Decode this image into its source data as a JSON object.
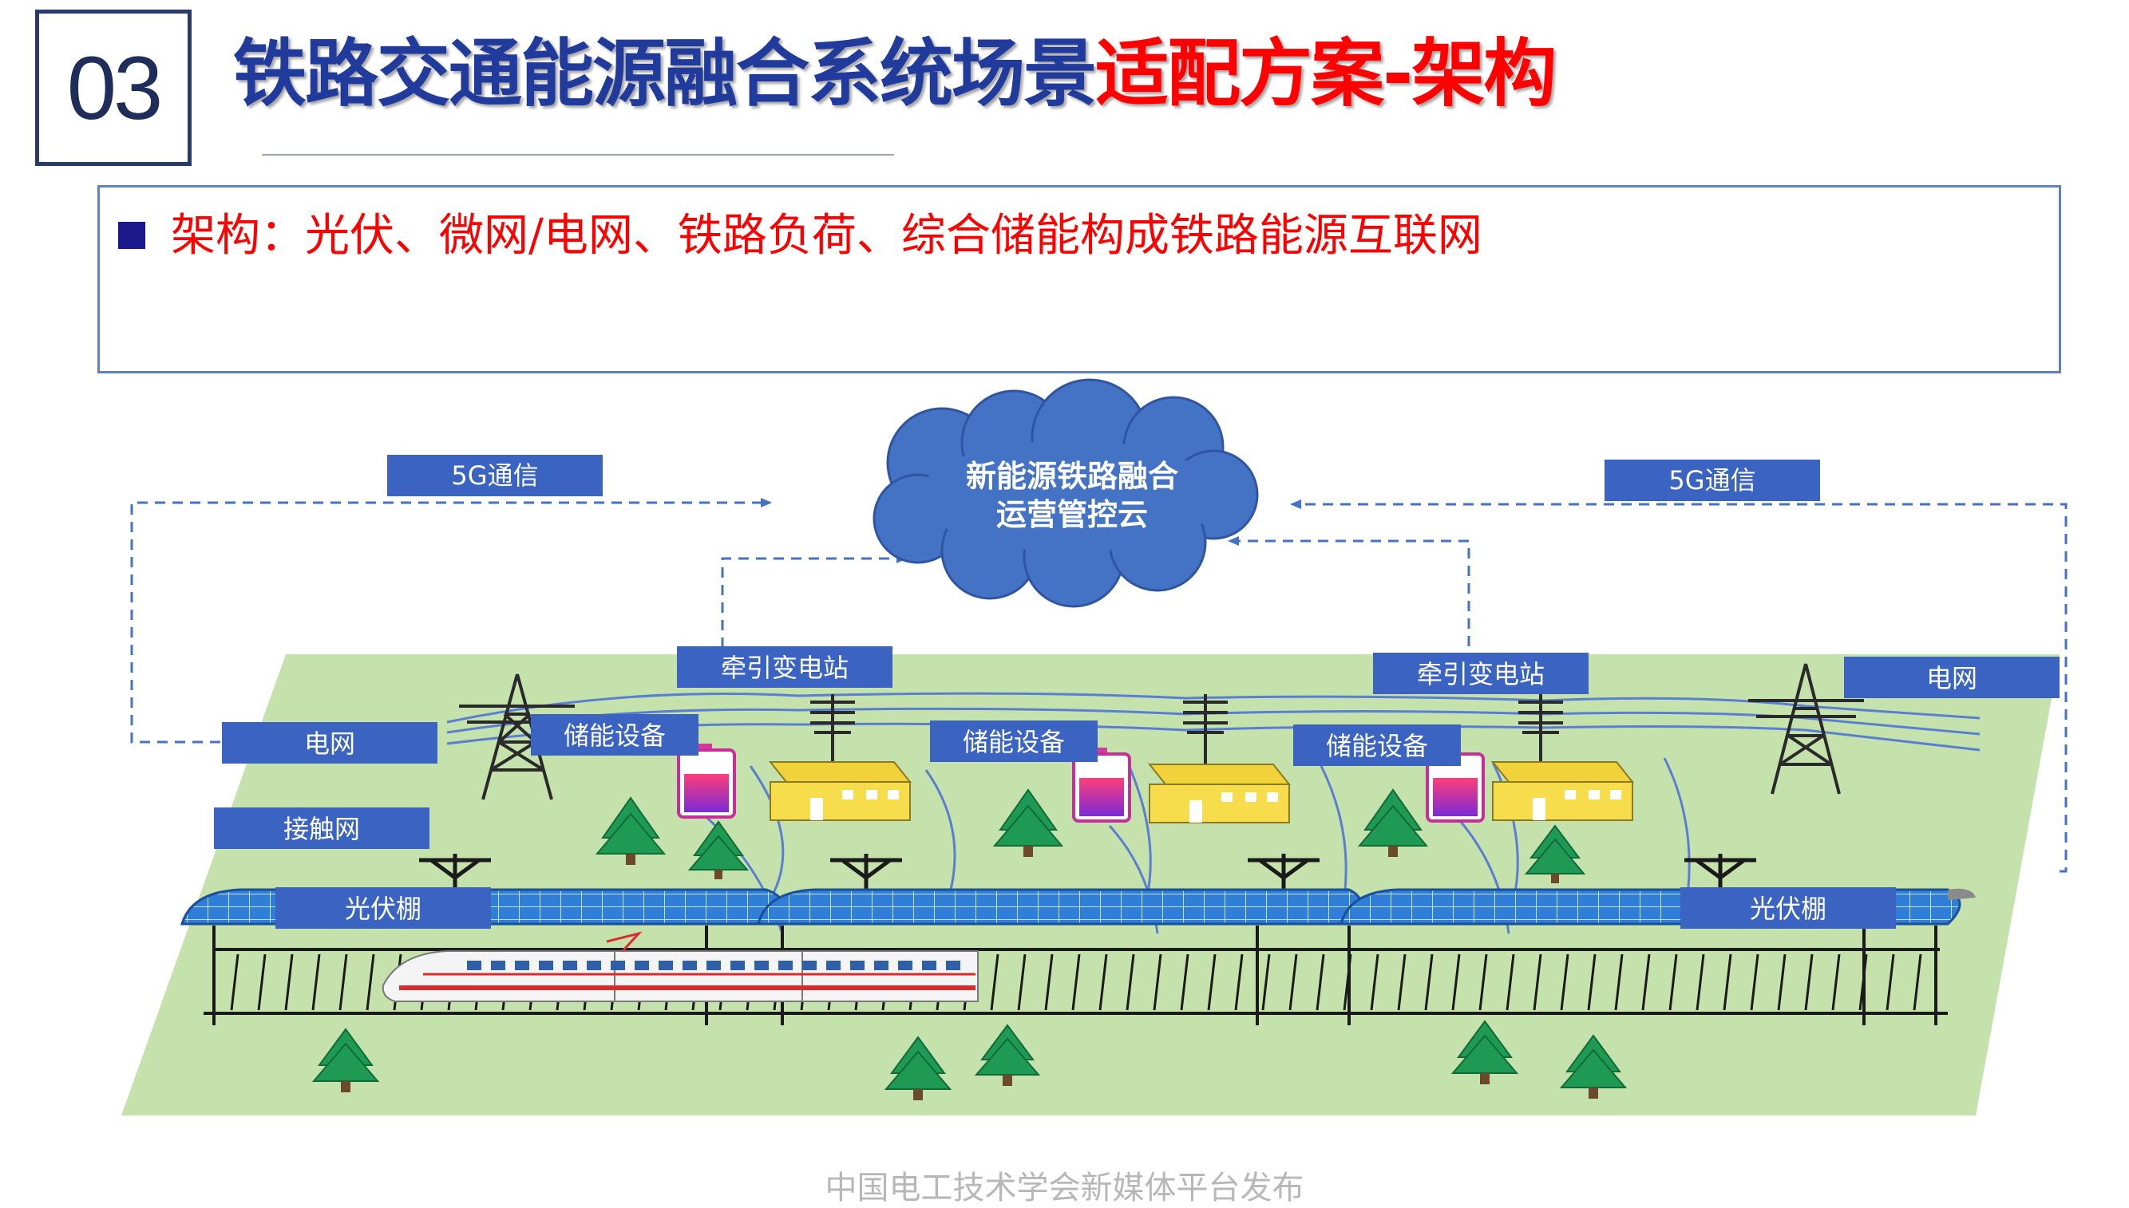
{
  "section_number": "03",
  "title": {
    "part1": "铁路交通能源融合系统场景",
    "part2": "适配方案-架构"
  },
  "bullet": "架构：光伏、微网/电网、铁路负荷、综合储能构成铁路能源互联网",
  "diagram": {
    "cloud_line1": "新能源铁路融合",
    "cloud_line2": "运营管控云",
    "comm_left": "5G通信",
    "comm_right": "5G通信",
    "substation_left": "牵引变电站",
    "substation_right": "牵引变电站",
    "grid_left": "电网",
    "grid_right": "电网",
    "storage_1": "储能设备",
    "storage_2": "储能设备",
    "storage_3": "储能设备",
    "catenary": "接触网",
    "pv_shed_left": "光伏棚",
    "pv_shed_right": "光伏棚"
  },
  "colors": {
    "title_blue": "#203b9c",
    "title_red": "#ff0000",
    "label_bg": "#3a63c2",
    "ground": "#c5e1ac",
    "cloud": "#4472c4"
  },
  "footer": "中国电工技术学会新媒体平台发布"
}
